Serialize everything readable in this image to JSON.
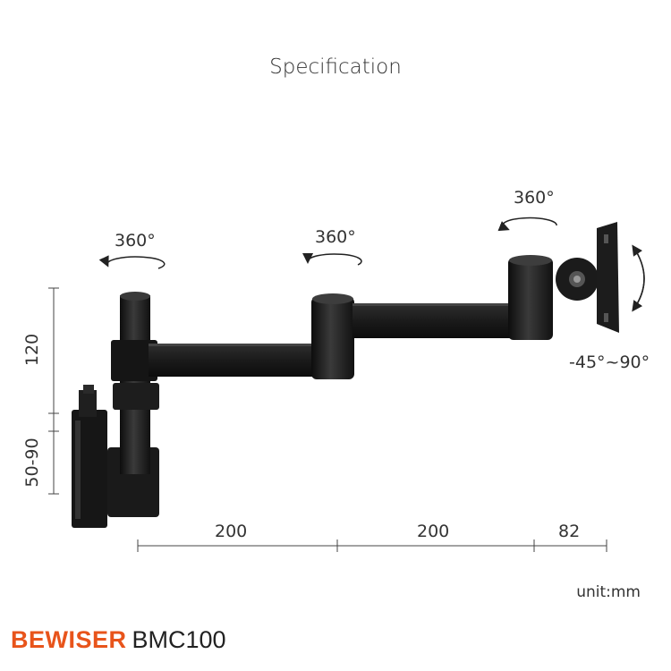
{
  "title": "Specification",
  "rotation_labels": [
    "360°",
    "360°",
    "360°"
  ],
  "tilt_label": "-45°~90°",
  "dimensions": {
    "height_upper": "120",
    "height_lower": "50-90",
    "arm1": "200",
    "arm2": "200",
    "head": "82"
  },
  "unit": "unit:mm",
  "brand": {
    "name": "BEWISER",
    "model": "BMC100"
  },
  "colors": {
    "accent": "#e8541b",
    "arm": "#1c1c1c"
  }
}
